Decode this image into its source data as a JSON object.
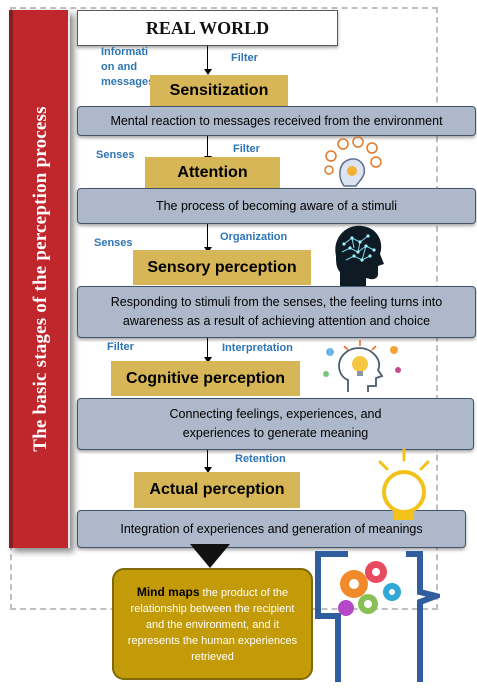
{
  "side_title": "The basic stages of the perception process",
  "real_world": "REAL WORLD",
  "stages": [
    {
      "name": "Sensitization",
      "description": "Mental reaction to messages received from the environment"
    },
    {
      "name": "Attention",
      "description": "The process of becoming aware of a stimuli"
    },
    {
      "name": "Sensory perception",
      "description": "Responding to stimuli from the senses, the feeling turns into awareness as a result of achieving attention and choice"
    },
    {
      "name": "Cognitive perception",
      "description": "Connecting feelings, experiences, and experiences to generate meaning"
    },
    {
      "name": "Actual perception",
      "description": "Integration of experiences and generation of meanings"
    }
  ],
  "labels": {
    "info_messages": "Informati on and messages",
    "filter_1": "Filter",
    "senses_1": "Senses",
    "filter_2": "Filter",
    "senses_2": "Senses",
    "organization": "Organization",
    "filter_3": "Filter",
    "interpretation": "Interpretation",
    "retention": "Retention"
  },
  "mind_maps": {
    "bold": "Mind maps",
    "text": " the product of the relationship between the recipient and the environment, and it represents the human experiences retrieved"
  },
  "icons": [
    "head-senses-icon",
    "brain-head-icon",
    "lightbulb-head-icon",
    "gears-head-icon"
  ],
  "colors": {
    "side_bar": "#c0272d",
    "stage": "#d6b656",
    "description": "#adb9ca",
    "label": "#2e75b6",
    "mind_maps": "#c39a07"
  }
}
